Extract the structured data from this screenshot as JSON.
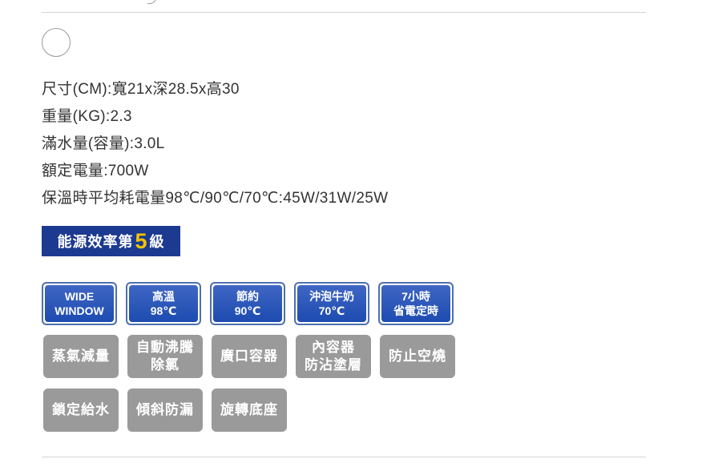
{
  "specs": [
    "尺寸(CM):寬21x深28.5x高30",
    "重量(KG):2.3",
    "滿水量(容量):3.0L",
    "額定電量:700W",
    "保溫時平均耗電量98℃/90℃/70℃:45W/31W/25W"
  ],
  "energy_label": {
    "prefix": "能源效率第",
    "grade": "5",
    "suffix": "級",
    "bg_color": "#1c3a8f",
    "grade_color": "#f5c400"
  },
  "feature_badges_blue": [
    {
      "line1": "WIDE",
      "line2": "WINDOW"
    },
    {
      "line1": "高溫",
      "line2": "98℃"
    },
    {
      "line1": "節約",
      "line2": "90℃"
    },
    {
      "line1": "沖泡牛奶",
      "line2": "70℃"
    },
    {
      "line1": "7小時",
      "line2": "省電定時"
    }
  ],
  "feature_badges_gray": [
    {
      "line1": "蒸氣減量",
      "line2": ""
    },
    {
      "line1": "自動沸騰",
      "line2": "除氯"
    },
    {
      "line1": "廣口容器",
      "line2": ""
    },
    {
      "line1": "內容器",
      "line2": "防沾塗層"
    },
    {
      "line1": "防止空燒",
      "line2": ""
    },
    {
      "line1": "鎖定給水",
      "line2": ""
    },
    {
      "line1": "傾斜防漏",
      "line2": ""
    },
    {
      "line1": "旋轉底座",
      "line2": ""
    }
  ]
}
